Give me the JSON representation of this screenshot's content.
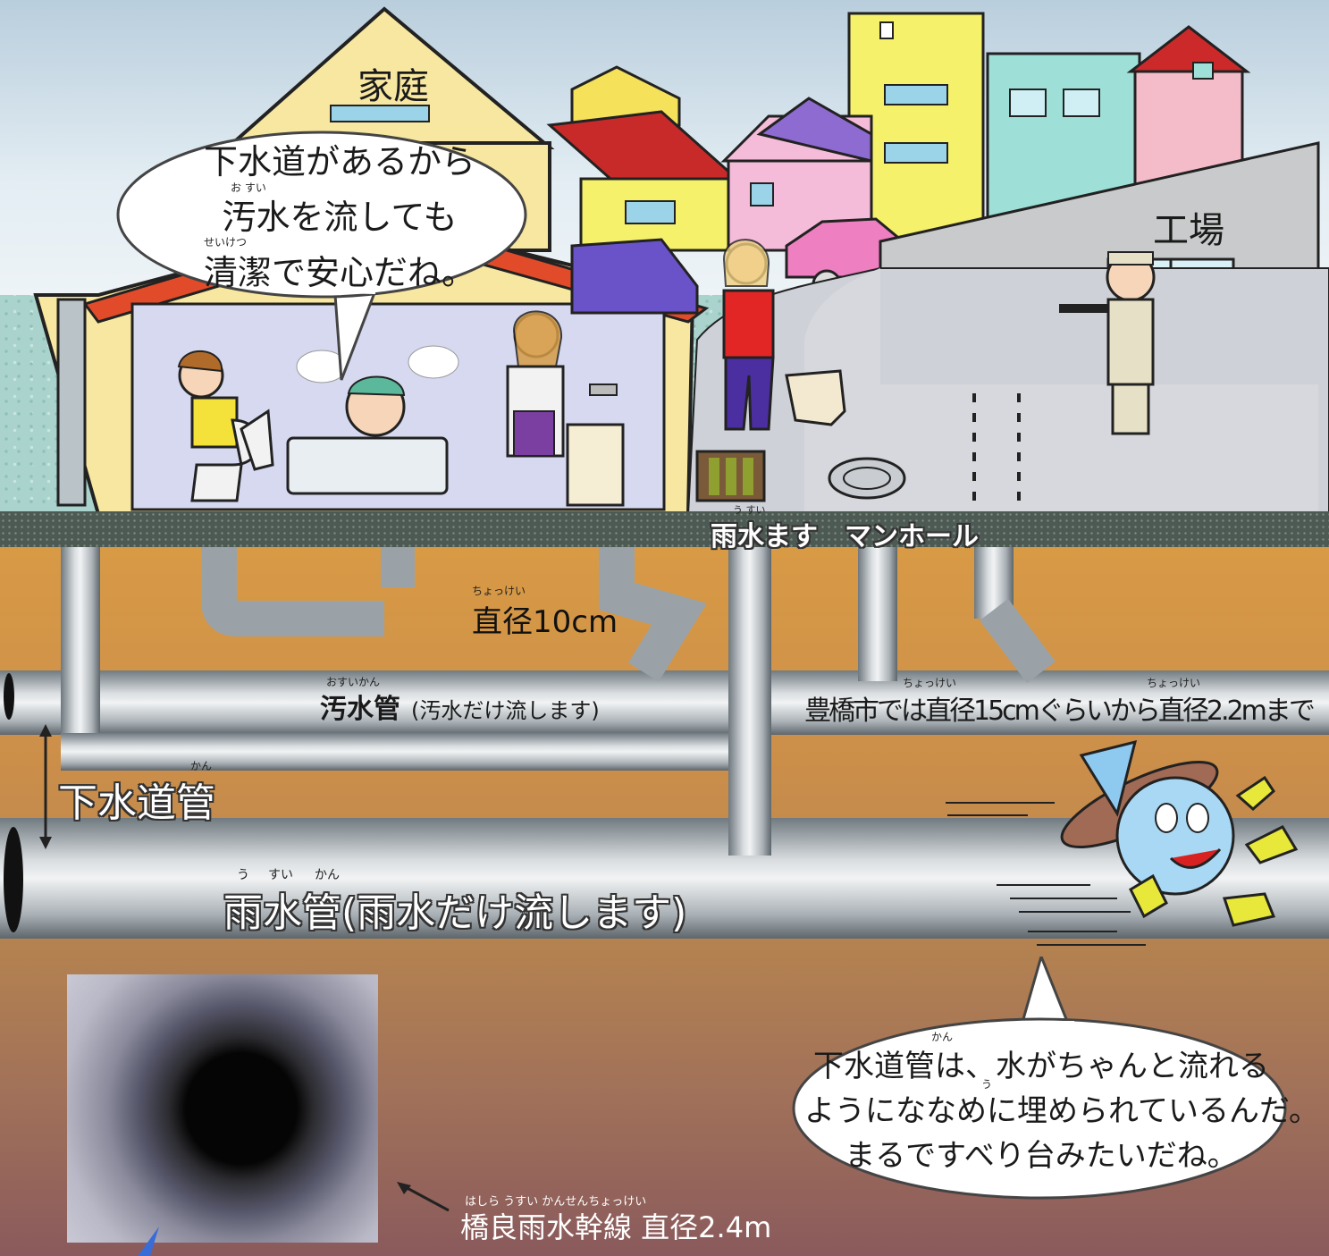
{
  "labels": {
    "home": "家庭",
    "factory": "工場",
    "inlet": "雨水ます",
    "inlet_ruby": "う すい",
    "manhole": "マンホール",
    "d10": "直径10cm",
    "d10_ruby": "ちょっけい",
    "sewer_pipe": "汚水管",
    "sewer_pipe_note": "(汚水だけ流します)",
    "sewer_pipe_ruby": "おすいかん",
    "toyohashi": "豊橋市では直径15cmぐらいから直径2.2mまで",
    "toyohashi_ruby1": "ちょっけい",
    "toyohashi_ruby2": "ちょっけい",
    "gesuido_pipe": "下水道管",
    "gesuido_ruby": "かん",
    "rain_pipe": "雨水管(雨水だけ流します)",
    "rain_ruby_u": "う",
    "rain_ruby_sui": "すい",
    "rain_ruby_kan": "かん",
    "trunk": "橋良雨水幹線 直径2.4m",
    "trunk_ruby": "はしら うすい かんせんちょっけい"
  },
  "bubble_top": {
    "line1": "下水道があるから",
    "ruby1": "お すい",
    "line2": "汚水を流しても",
    "ruby2": "せいけつ",
    "line3": "清潔で安心だね。"
  },
  "bubble_bottom": {
    "ruby1": "かん",
    "line1": "下水道管は、水がちゃんと流れる",
    "ruby2": "う",
    "line2": "ようにななめに埋められているんだ。",
    "line3": "まるですべり台みたいだね。"
  },
  "icons": [
    "house-icon",
    "factory-icon",
    "boy-on-toilet-icon",
    "grandpa-bath-icon",
    "woman-sink-icon",
    "woman-walking-dog-icon",
    "worker-icon",
    "car-icon",
    "storm-inlet-icon",
    "manhole-cover-icon",
    "mascot-icon",
    "sewer-photo-icon"
  ],
  "colors": {
    "soil_top": "#d89a45",
    "soil_bottom": "#8a5a5c",
    "lawn": "#a9d3cc",
    "pipe": "#b8bfc4"
  }
}
